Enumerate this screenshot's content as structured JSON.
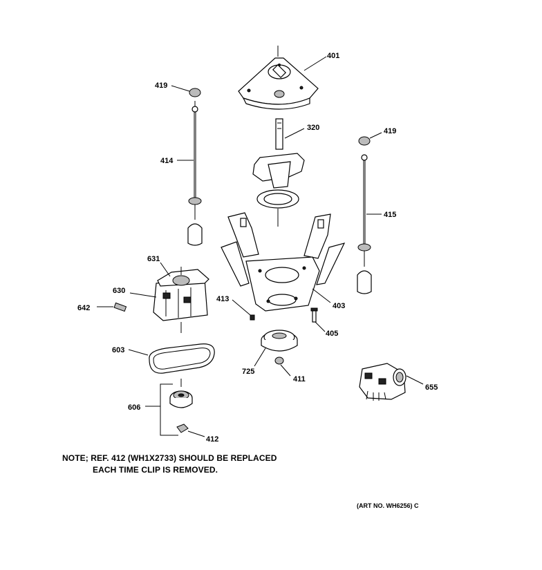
{
  "callouts": {
    "c401": "401",
    "c419a": "419",
    "c320": "320",
    "c419b": "419",
    "c414": "414",
    "c415": "415",
    "c631": "631",
    "c630": "630",
    "c642": "642",
    "c413": "413",
    "c403": "403",
    "c405": "405",
    "c603": "603",
    "c725": "725",
    "c411": "411",
    "c655": "655",
    "c606": "606",
    "c412": "412"
  },
  "note": {
    "line1": "NOTE; REF. 412 (WH1X2733) SHOULD BE REPLACED",
    "line2": "EACH TIME CLIP IS REMOVED."
  },
  "art_number": "(ART NO. WH6256) C"
}
